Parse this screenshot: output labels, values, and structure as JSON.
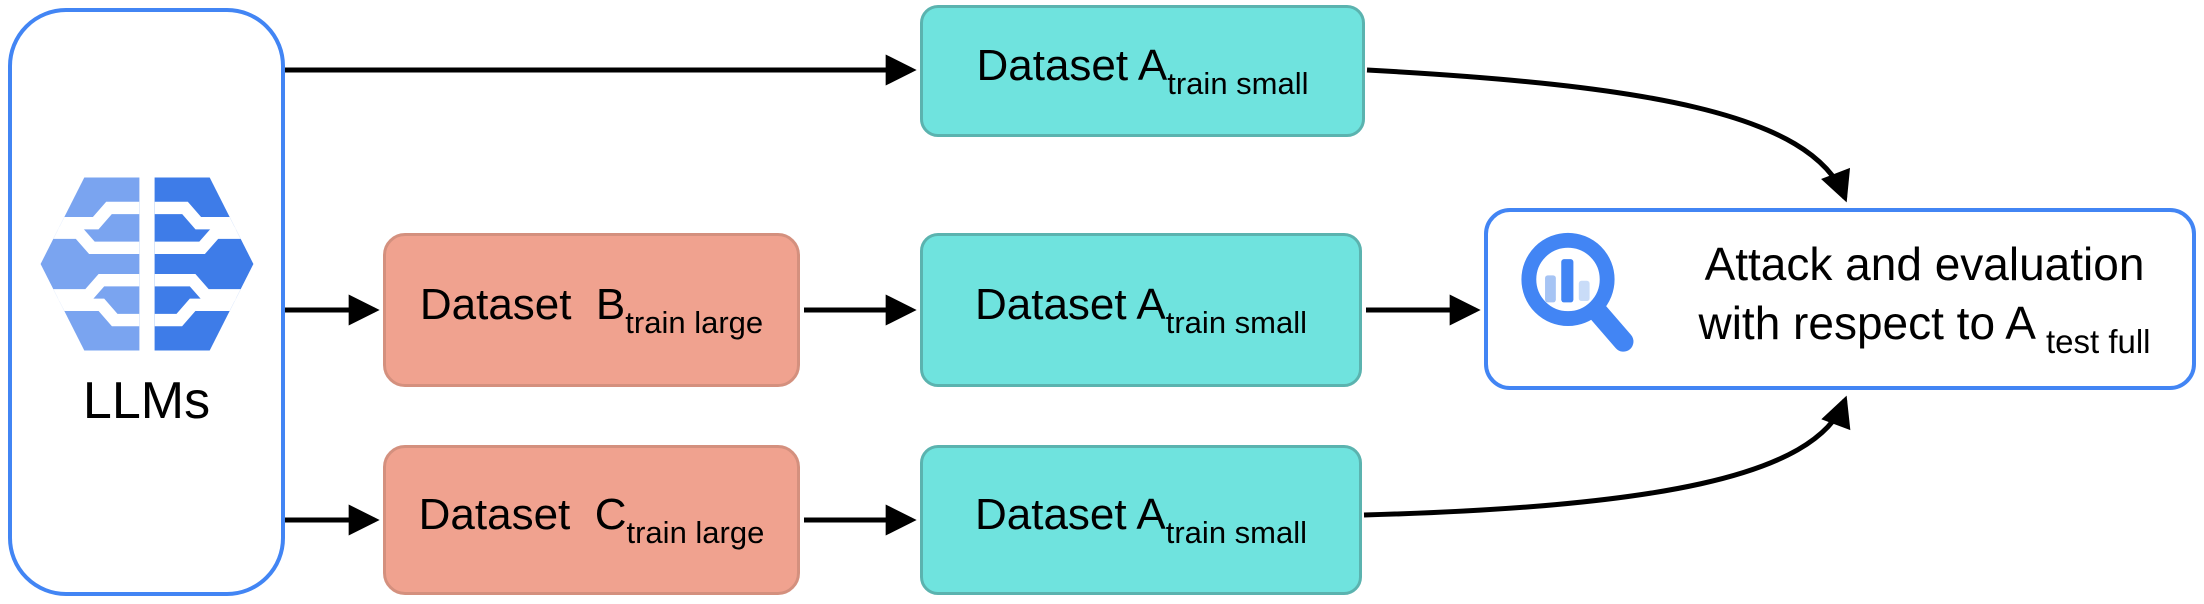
{
  "colors": {
    "blue": "#4285F4",
    "teal-fill": "#6FE3DE",
    "teal-border": "#5BB3AF",
    "salmon-fill": "#F0A28F",
    "salmon-border": "#D4907E",
    "brain-light": "#7AA4F0",
    "brain-dark": "#3E7CE8",
    "bar-light": "#A6C4F4",
    "bar-pale": "#C9DCF8",
    "arrow": "#000000"
  },
  "llm_node": {
    "label": "LLMs"
  },
  "nodes": {
    "dataset_a_row1": {
      "main": "Dataset A",
      "sub": "train small"
    },
    "dataset_b": {
      "main": "Dataset  B",
      "sub": "train large"
    },
    "dataset_a_row2": {
      "main": "Dataset A",
      "sub": "train small"
    },
    "dataset_c": {
      "main": "Dataset  C",
      "sub": "train large"
    },
    "dataset_a_row3": {
      "main": "Dataset A",
      "sub": "train small"
    },
    "evaluation": {
      "line1": "Attack and evaluation",
      "line2_main": "with respect to A",
      "line2_sub": "test full"
    }
  }
}
